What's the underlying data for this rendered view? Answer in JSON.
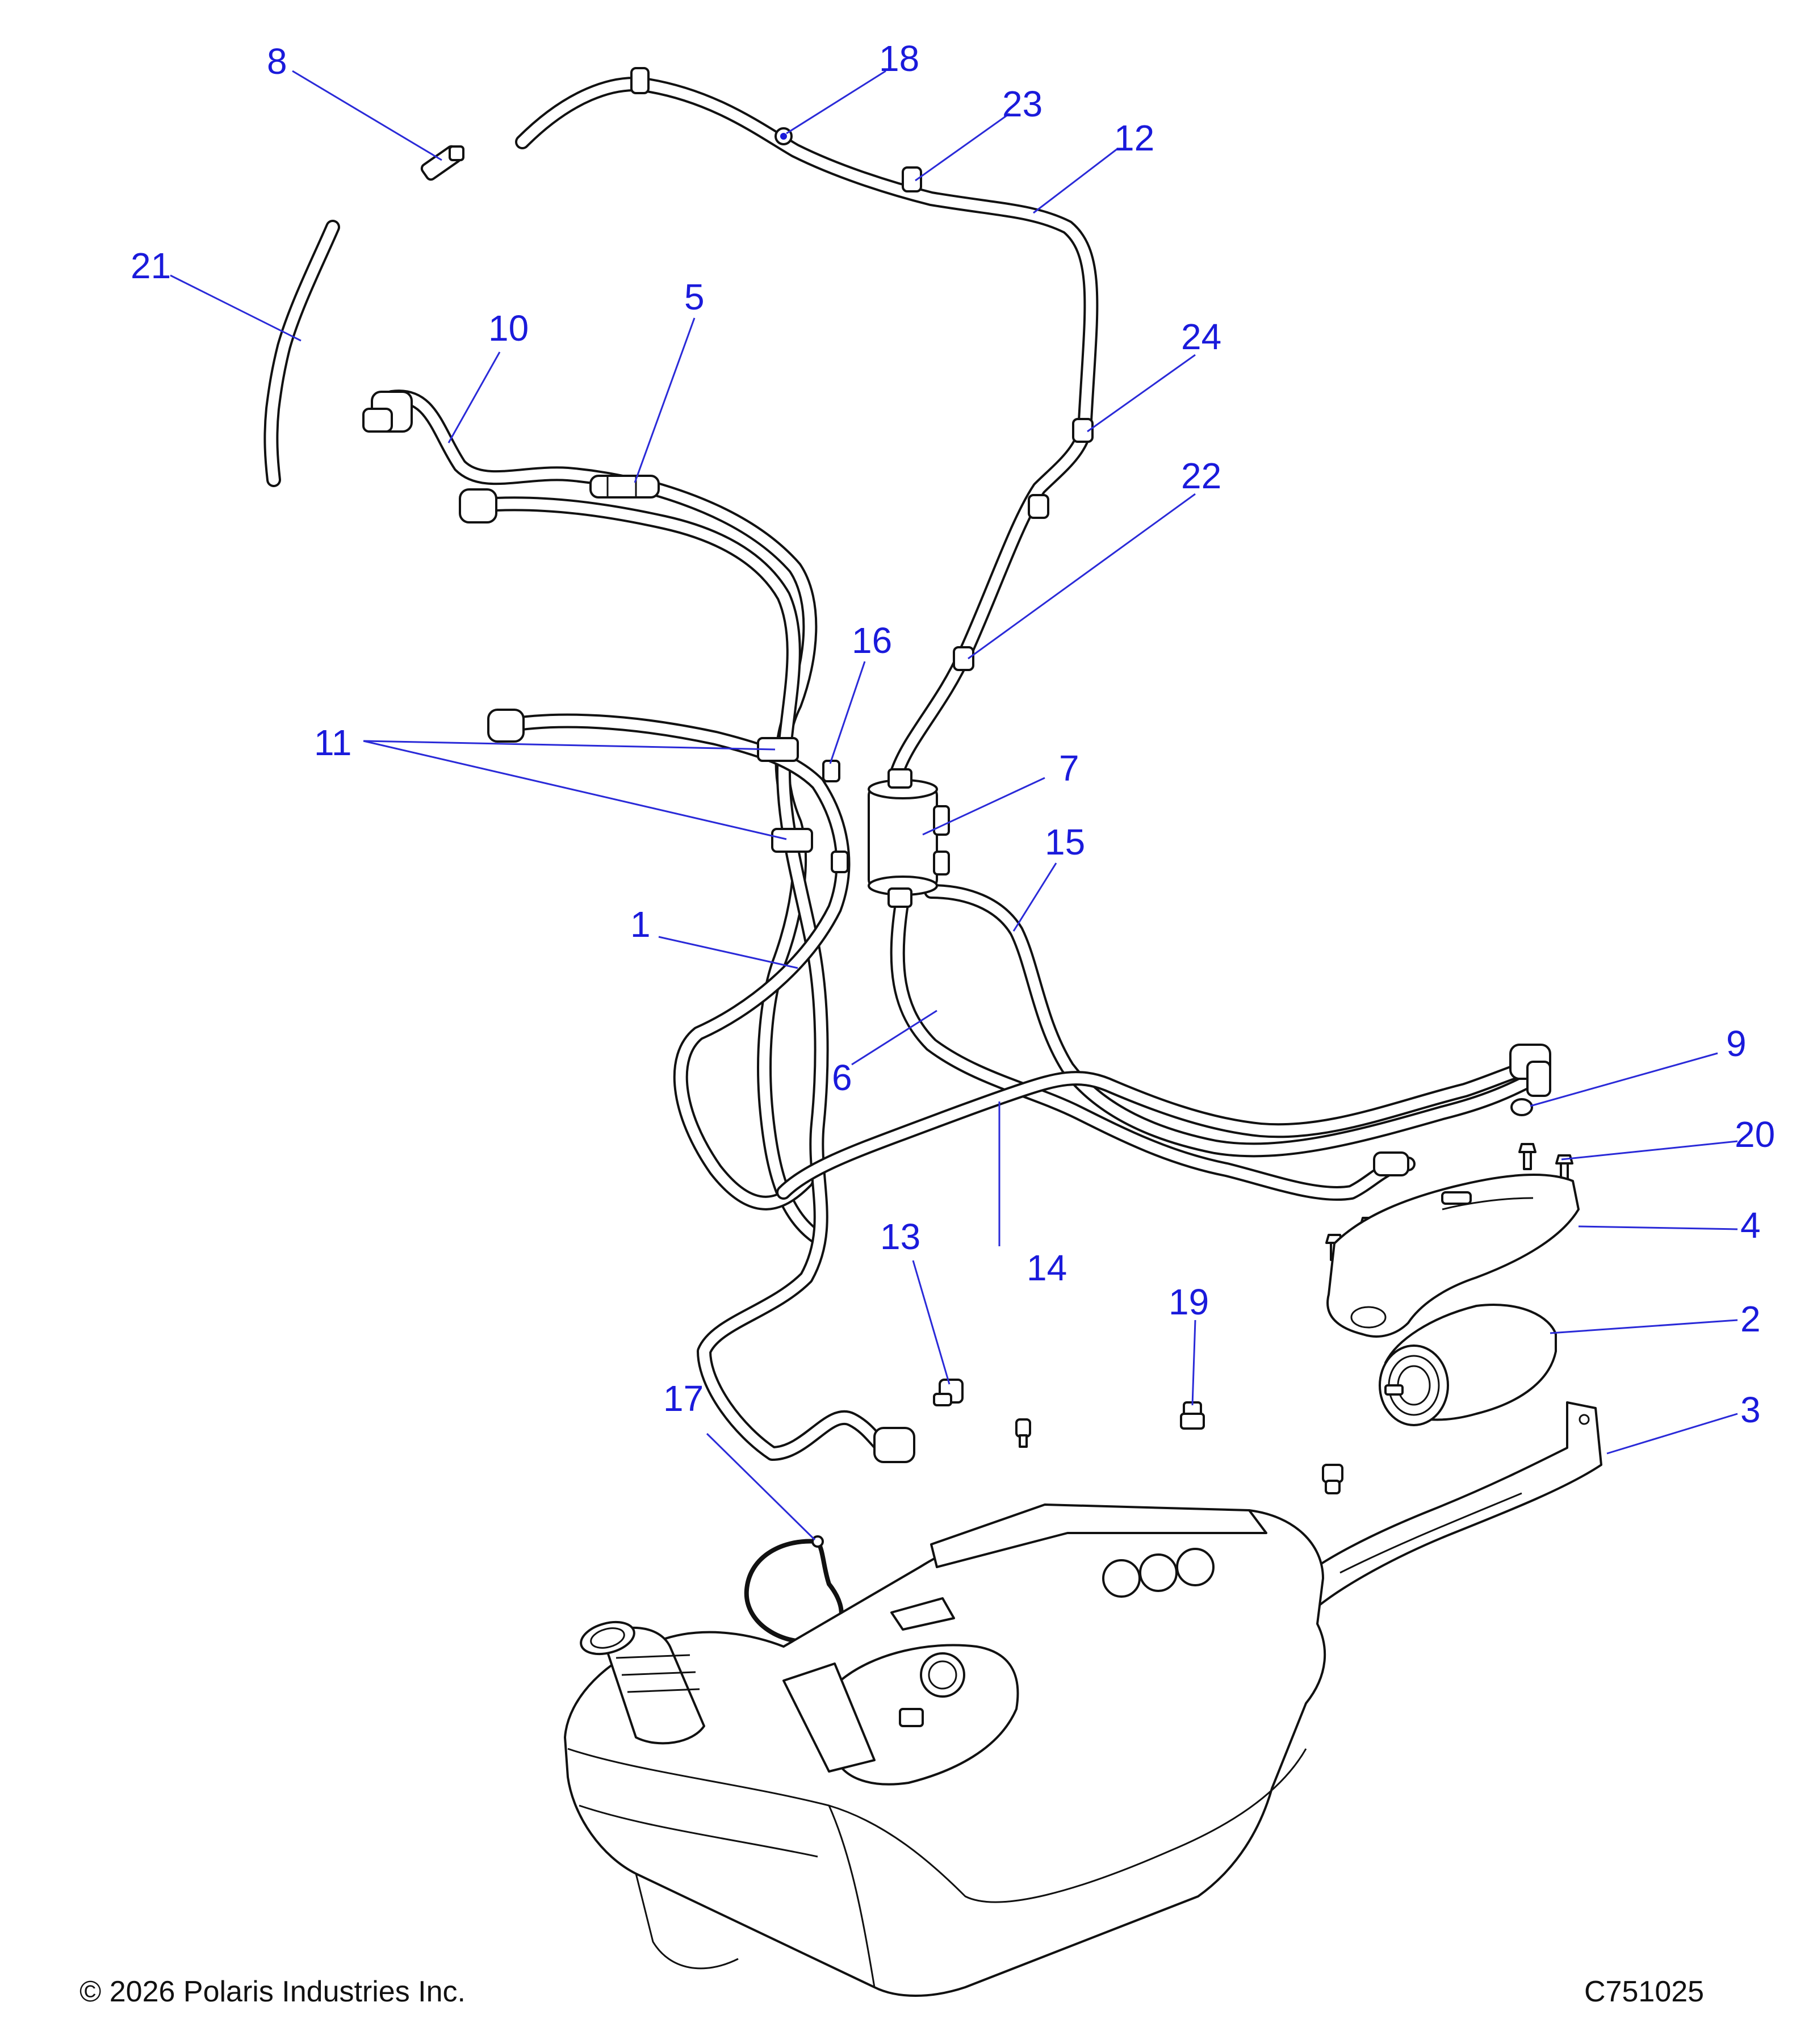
{
  "callouts": [
    {
      "id": "callout-8",
      "label": "8"
    },
    {
      "id": "callout-18",
      "label": "18"
    },
    {
      "id": "callout-23",
      "label": "23"
    },
    {
      "id": "callout-12",
      "label": "12"
    },
    {
      "id": "callout-21",
      "label": "21"
    },
    {
      "id": "callout-10",
      "label": "10"
    },
    {
      "id": "callout-5",
      "label": "5"
    },
    {
      "id": "callout-24",
      "label": "24"
    },
    {
      "id": "callout-22",
      "label": "22"
    },
    {
      "id": "callout-16",
      "label": "16"
    },
    {
      "id": "callout-11",
      "label": "11"
    },
    {
      "id": "callout-7",
      "label": "7"
    },
    {
      "id": "callout-15",
      "label": "15"
    },
    {
      "id": "callout-1",
      "label": "1"
    },
    {
      "id": "callout-6",
      "label": "6"
    },
    {
      "id": "callout-9",
      "label": "9"
    },
    {
      "id": "callout-20",
      "label": "20"
    },
    {
      "id": "callout-4",
      "label": "4"
    },
    {
      "id": "callout-13",
      "label": "13"
    },
    {
      "id": "callout-14",
      "label": "14"
    },
    {
      "id": "callout-19",
      "label": "19"
    },
    {
      "id": "callout-2",
      "label": "2"
    },
    {
      "id": "callout-3",
      "label": "3"
    },
    {
      "id": "callout-17",
      "label": "17"
    }
  ],
  "footer": {
    "copyright": "© 2026 Polaris Industries Inc.",
    "figure_id": "C751025"
  },
  "colors": {
    "callout": "#1a1adb",
    "line_art": "#111111",
    "background": "#ffffff"
  }
}
